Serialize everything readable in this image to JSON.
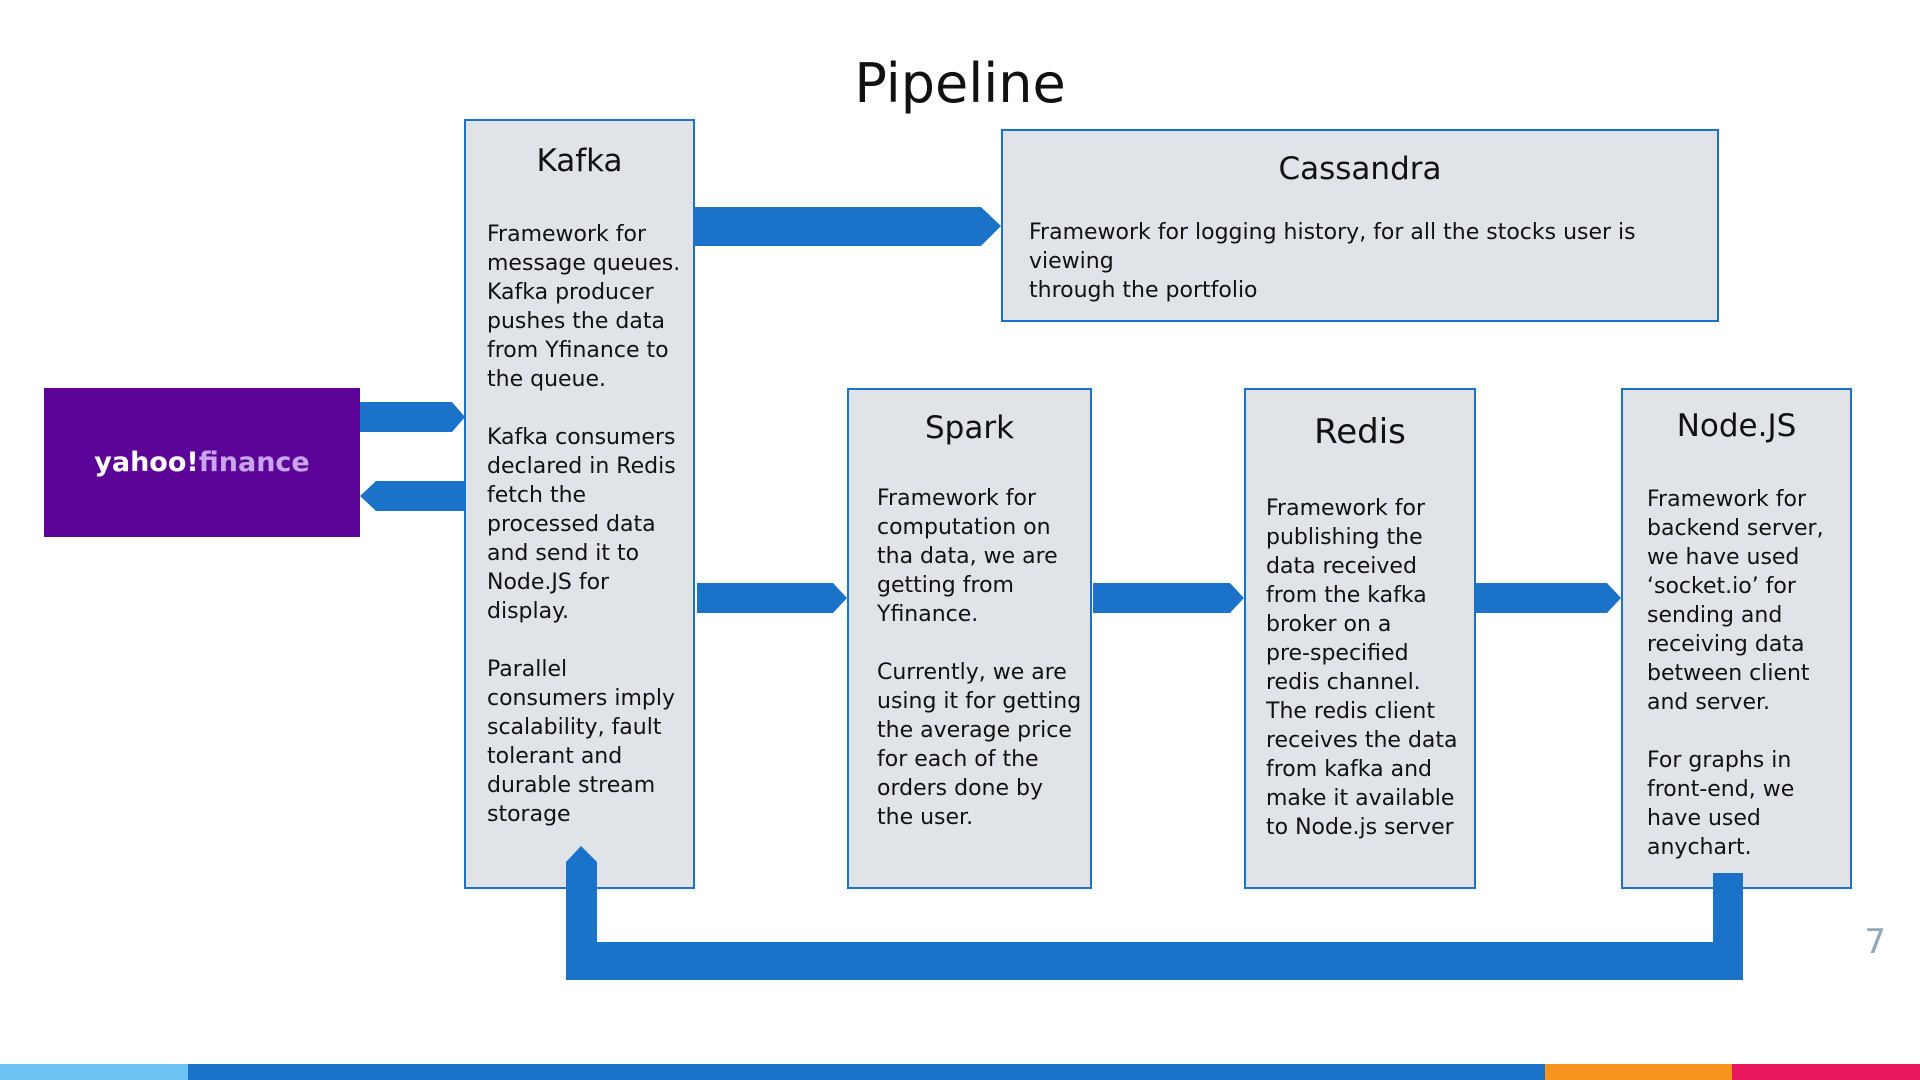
{
  "title": "Pipeline",
  "page_number": "7",
  "logo": {
    "text_a": "yahoo",
    "text_b": "!",
    "text_c": "finance",
    "color": "#5c0497"
  },
  "accent_color": "#1a73c8",
  "boxes": {
    "kafka": {
      "title": "Kafka",
      "body": "Framework for\nmessage queues.\nKafka producer\npushes the data\nfrom Yfinance to\nthe queue.\n\nKafka consumers\ndeclared in Redis\nfetch the\nprocessed data\nand send it to\nNode.JS for\ndisplay.\n\nParallel\nconsumers imply\nscalability, fault\ntolerant and\ndurable stream\nstorage"
    },
    "cassandra": {
      "title": "Cassandra",
      "body": "Framework for logging history, for all the stocks user is viewing\nthrough the portfolio"
    },
    "spark": {
      "title": "Spark",
      "body": "Framework for\ncomputation on\ntha data, we are\ngetting from\nYfinance.\n\nCurrently, we are\nusing it for getting\nthe average price\nfor each of the\norders done by\nthe user."
    },
    "redis": {
      "title": "Redis",
      "body": "Framework for\npublishing the\ndata received\nfrom the kafka\nbroker on a\npre-specified\nredis channel.\nThe redis client\nreceives the data\nfrom kafka and\nmake it available\nto Node.js server"
    },
    "nodejs": {
      "title": "Node.JS",
      "body": "Framework for\nbackend server,\nwe have used\n‘socket.io’ for\nsending and\nreceiving data\nbetween client\nand server.\n\nFor graphs in\nfront-end, we\nhave used\nanychart."
    }
  },
  "bottom_bar_colors": [
    "#6ec3f5",
    "#1a73c8",
    "#f7941d",
    "#e8175d"
  ]
}
